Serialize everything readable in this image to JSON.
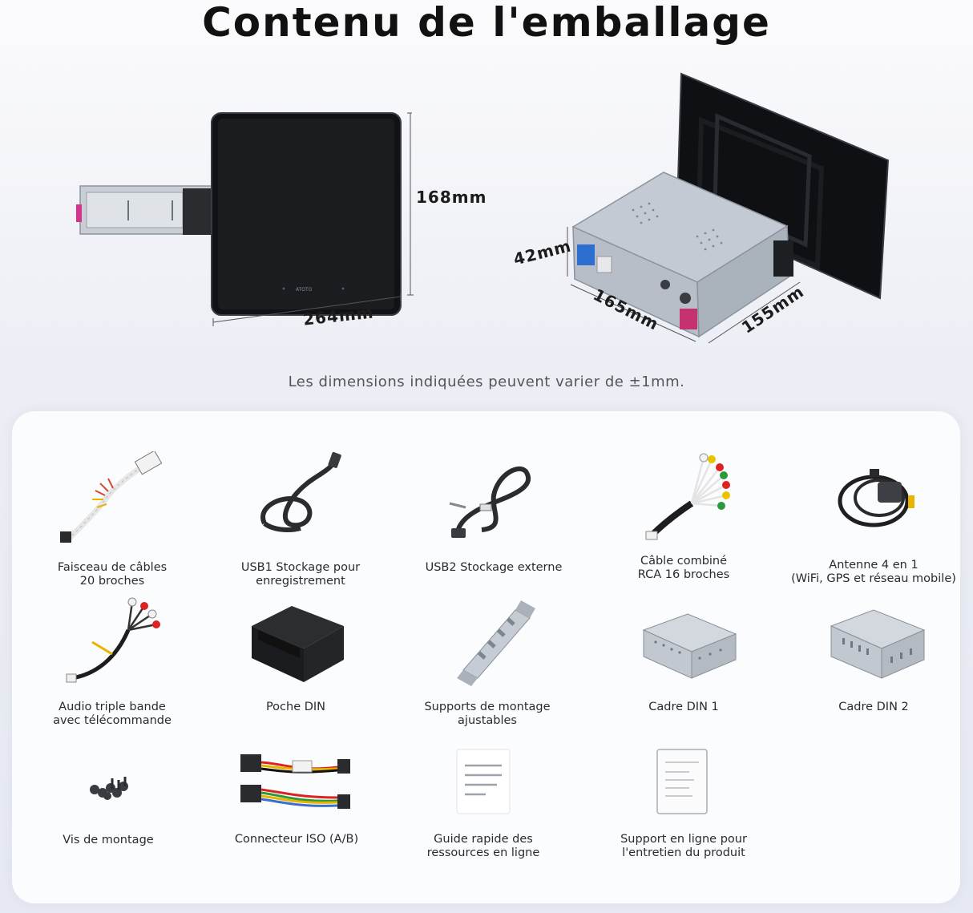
{
  "page": {
    "title": "Contenu de l'emballage"
  },
  "dimensions": {
    "height": "168mm",
    "width": "264mm",
    "depth_small": "42mm",
    "length": "165mm",
    "depth": "155mm"
  },
  "brand": {
    "logo_text": "ATOTO"
  },
  "note": "Les dimensions indiquées peuvent varier de ±1mm.",
  "items": [
    {
      "label": "Faisceau de câbles\n20 broches",
      "icon": "wiring-harness"
    },
    {
      "label": "USB1 Stockage pour\nenregistrement",
      "icon": "usb-cable"
    },
    {
      "label": "USB2 Stockage externe",
      "icon": "usb-cable"
    },
    {
      "label": "Câble combiné\nRCA 16 broches",
      "icon": "rca-cable"
    },
    {
      "label": "Antenne 4 en 1\n(WiFi, GPS et réseau mobile)",
      "icon": "antenna"
    },
    {
      "label": "Audio triple bande\navec télécommande",
      "icon": "audio-cable"
    },
    {
      "label": "Poche DIN",
      "icon": "din-pocket"
    },
    {
      "label": "Supports de montage\najustables",
      "icon": "bracket"
    },
    {
      "label": "Cadre DIN 1",
      "icon": "din-frame"
    },
    {
      "label": "Cadre DIN 2",
      "icon": "din-frame"
    },
    {
      "label": "Vis de montage",
      "icon": "screws"
    },
    {
      "label": "Connecteur ISO (A/B)",
      "icon": "iso-connector"
    },
    {
      "label": "Guide rapide des\nressources en ligne",
      "icon": "guide-document"
    },
    {
      "label": "Support en ligne pour\nl'entretien du produit",
      "icon": "support-document"
    }
  ]
}
